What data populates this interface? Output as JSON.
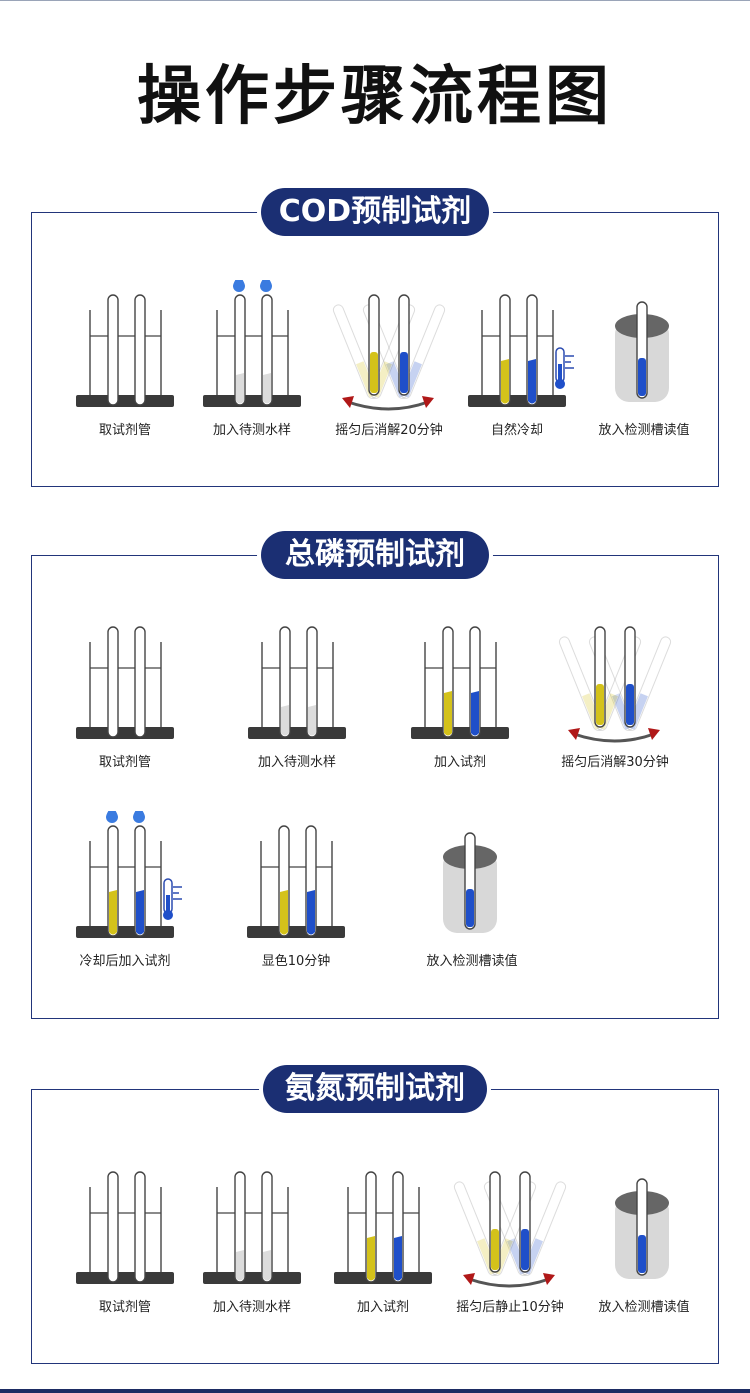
{
  "page_title": "操作步骤流程图",
  "colors": {
    "navy": "#1b2f73",
    "yellow_reagent": "#d4c21a",
    "blue_reagent": "#1f4fc9",
    "drop_blue": "#3a7be0",
    "arrow_red": "#b01818",
    "rack_dark": "#3a3a3a"
  },
  "sections": [
    {
      "title": "COD预制试剂",
      "steps": [
        {
          "label": "取试剂管",
          "icon": "rack-empty-icon"
        },
        {
          "label": "加入待测水样",
          "icon": "rack-drops-icon"
        },
        {
          "label": "摇匀后消解20分钟",
          "icon": "shake-icon"
        },
        {
          "label": "自然冷却",
          "icon": "rack-cool-icon"
        },
        {
          "label": "放入检测槽读值",
          "icon": "detector-icon"
        }
      ]
    },
    {
      "title": "总磷预制试剂",
      "steps": [
        {
          "label": "取试剂管",
          "icon": "rack-empty-icon"
        },
        {
          "label": "加入待测水样",
          "icon": "rack-water-icon"
        },
        {
          "label": "加入试剂",
          "icon": "rack-colored-icon"
        },
        {
          "label": "摇匀后消解30分钟",
          "icon": "shake-icon"
        },
        {
          "label": "冷却后加入试剂",
          "icon": "rack-drops-cool-icon"
        },
        {
          "label": "显色10分钟",
          "icon": "rack-colored-icon"
        },
        {
          "label": "放入检测槽读值",
          "icon": "detector-icon"
        }
      ]
    },
    {
      "title": "氨氮预制试剂",
      "steps": [
        {
          "label": "取试剂管",
          "icon": "rack-empty-icon"
        },
        {
          "label": "加入待测水样",
          "icon": "rack-water-icon"
        },
        {
          "label": "加入试剂",
          "icon": "rack-colored-icon"
        },
        {
          "label": "摇匀后静止10分钟",
          "icon": "shake-icon"
        },
        {
          "label": "放入检测槽读值",
          "icon": "detector-icon"
        }
      ]
    }
  ]
}
